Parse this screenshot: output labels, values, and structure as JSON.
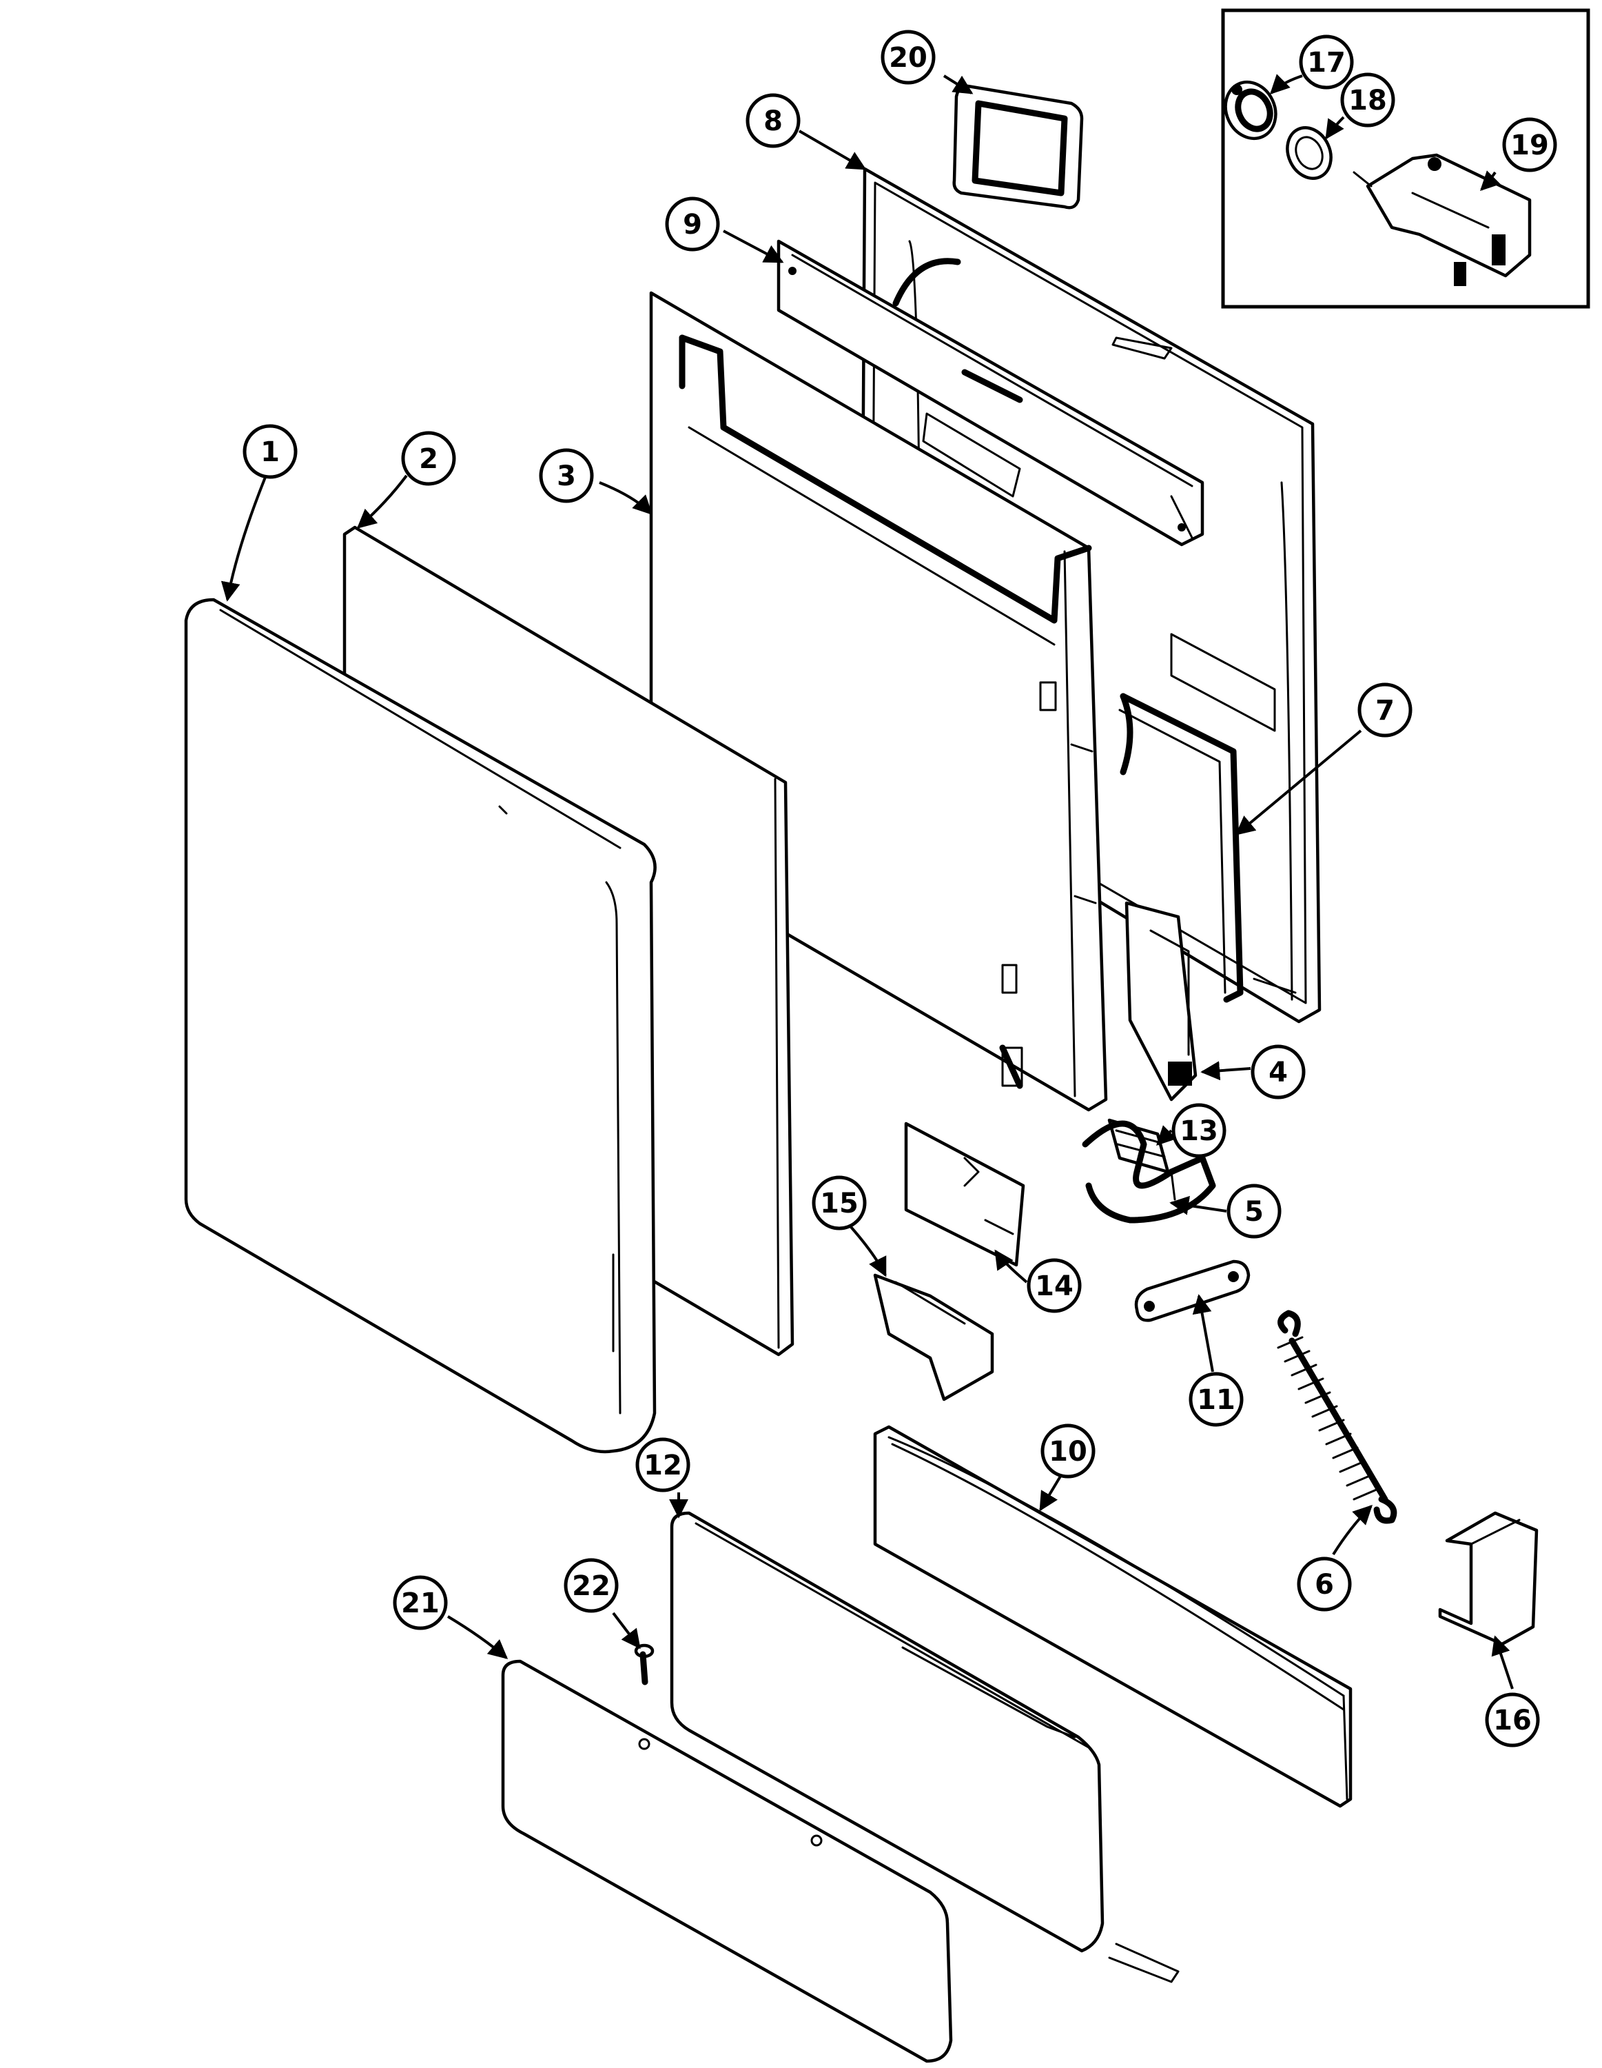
{
  "callouts": [
    {
      "label": "1"
    },
    {
      "label": "2"
    },
    {
      "label": "3"
    },
    {
      "label": "4"
    },
    {
      "label": "5"
    },
    {
      "label": "6"
    },
    {
      "label": "7"
    },
    {
      "label": "8"
    },
    {
      "label": "9"
    },
    {
      "label": "10"
    },
    {
      "label": "11"
    },
    {
      "label": "12"
    },
    {
      "label": "13"
    },
    {
      "label": "14"
    },
    {
      "label": "15"
    },
    {
      "label": "16"
    },
    {
      "label": "17"
    },
    {
      "label": "18"
    },
    {
      "label": "19"
    },
    {
      "label": "20"
    },
    {
      "label": "21"
    },
    {
      "label": "22"
    }
  ],
  "colors": {
    "line": "#000000",
    "background": "#ffffff"
  }
}
